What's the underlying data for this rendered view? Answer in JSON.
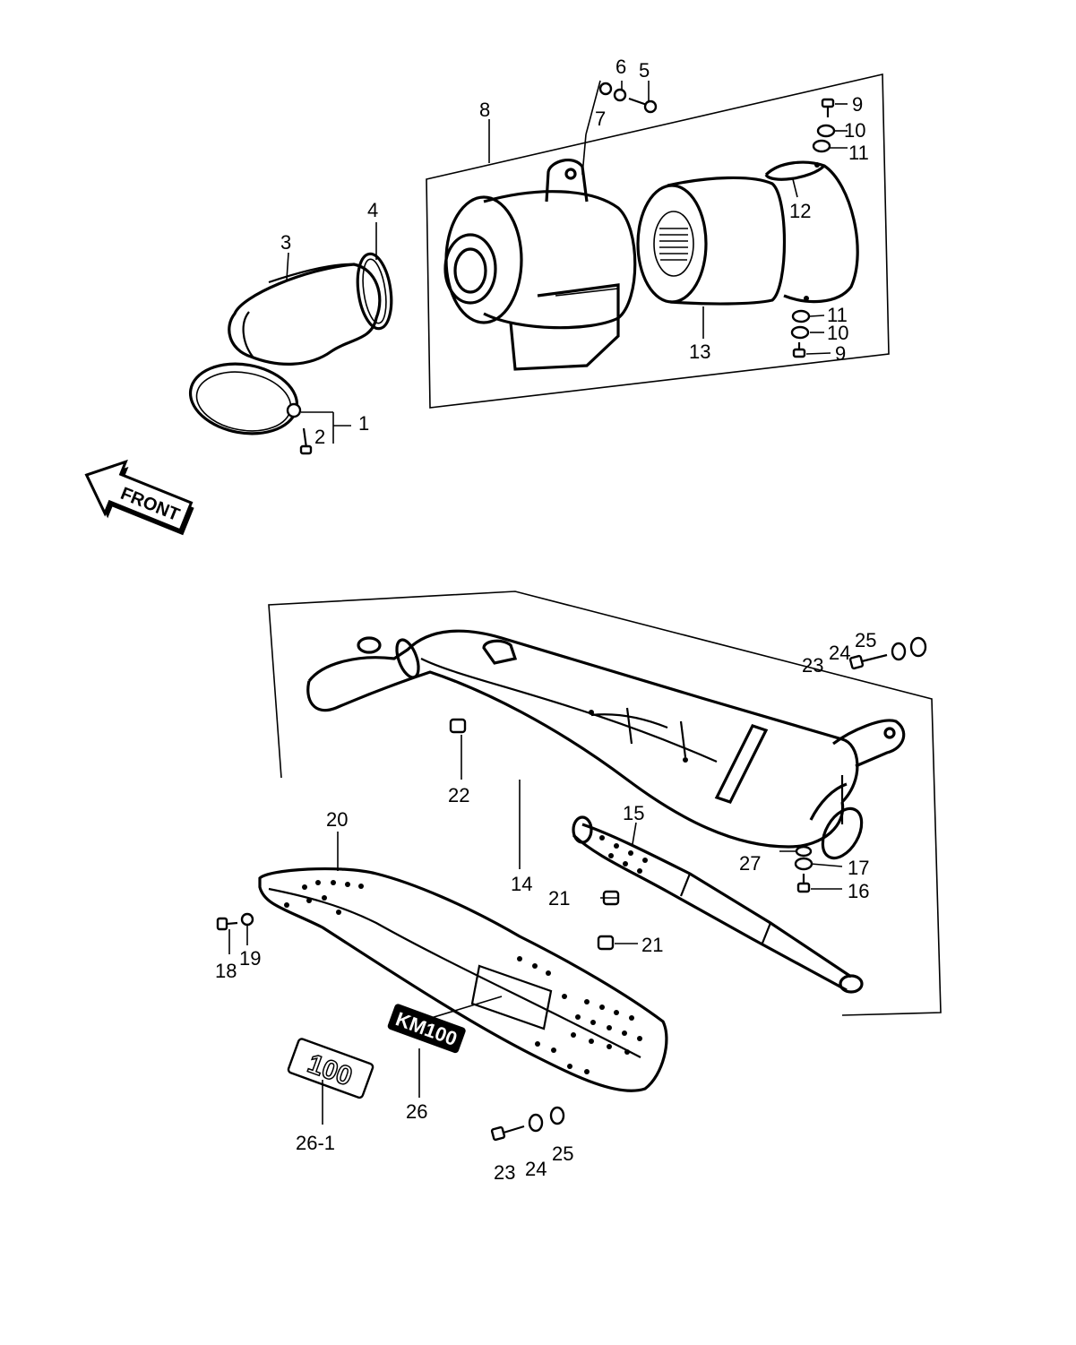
{
  "labels": {
    "p1": "1",
    "p2": "2",
    "p3": "3",
    "p4": "4",
    "p5": "5",
    "p6": "6",
    "p7": "7",
    "p8": "8",
    "p9a": "9",
    "p9b": "9",
    "p10a": "10",
    "p10b": "10",
    "p11a": "11",
    "p11b": "11",
    "p12": "12",
    "p13": "13",
    "p14": "14",
    "p15": "15",
    "p16": "16",
    "p17": "17",
    "p18": "18",
    "p19": "19",
    "p20": "20",
    "p21a": "21",
    "p21b": "21",
    "p22": "22",
    "p23a": "23",
    "p23b": "23",
    "p24a": "24",
    "p24b": "24",
    "p25a": "25",
    "p25b": "25",
    "p26": "26",
    "p26_1": "26-1",
    "p27": "27"
  },
  "emblems": {
    "front_arrow": "FRONT",
    "model_badge": "KM100",
    "number_badge": "100"
  }
}
